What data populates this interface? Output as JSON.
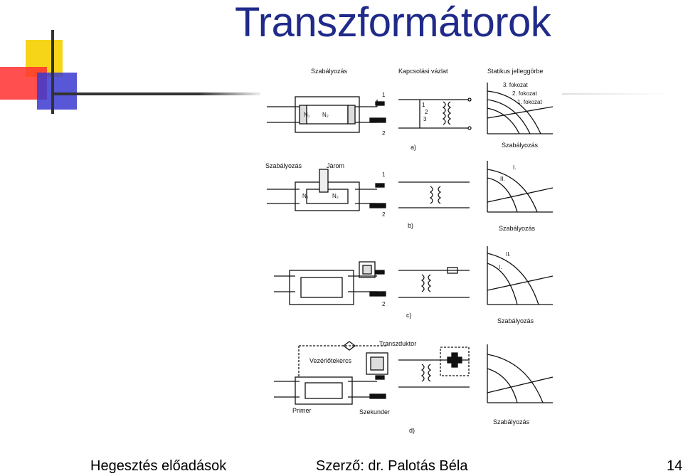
{
  "slide": {
    "title": "Transzformátorok",
    "footer_left": "Hegesztés előadások",
    "footer_center": "Szerző: dr. Palotás Béla",
    "page_number": "14"
  },
  "figure": {
    "row_a": {
      "heading_1": "Szabályozás",
      "heading_2": "Kapcsolási vázlat",
      "heading_3": "Statikus jelleggörbe",
      "curve_3": "3. fokozat",
      "curve_2": "2. fokozat",
      "curve_1": "1. fokozat",
      "axis_label": "Szabályozás",
      "tag": "a)"
    },
    "row_b": {
      "label_reg": "Szabályozás",
      "label_yoke": "Járom",
      "curve_I": "I.",
      "curve_II": "II.",
      "axis_label": "Szabályozás",
      "tag": "b)"
    },
    "row_c": {
      "curve_I": "I.",
      "curve_II": "II.",
      "axis_label": "Szabályozás",
      "tag": "c)"
    },
    "row_d": {
      "label_transductor": "Transzduktor",
      "label_control": "Vezérlőtekercs",
      "label_primary": "Primer",
      "label_secondary": "Szekunder",
      "axis_label": "Szabályozás",
      "tag": "d)"
    }
  }
}
